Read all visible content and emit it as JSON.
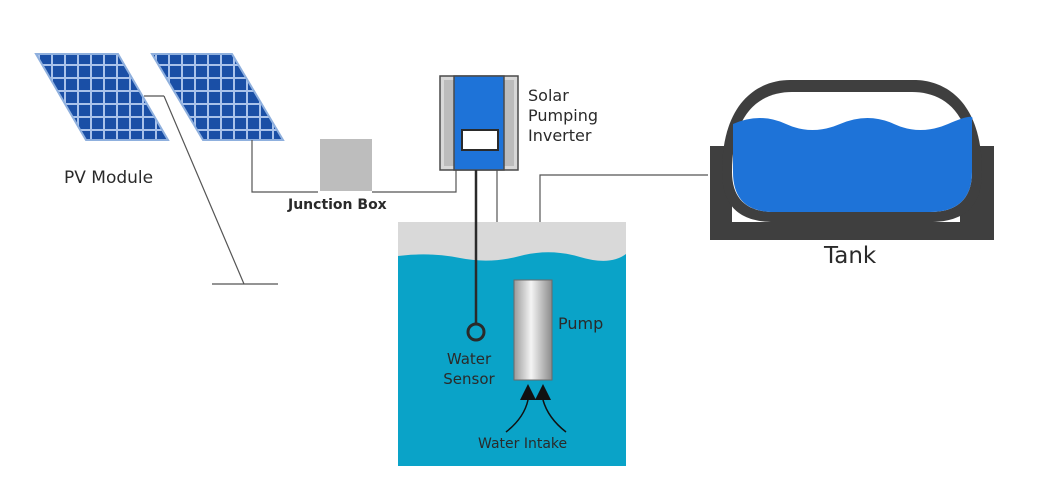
{
  "labels": {
    "pv_module": "PV Module",
    "junction_box": "Junction Box",
    "inverter_line1": "Solar",
    "inverter_line2": "Pumping",
    "inverter_line3": "Inverter",
    "tank": "Tank",
    "pump": "Pump",
    "water_sensor_line1": "Water",
    "water_sensor_line2": "Sensor",
    "water_intake": "Water Intake"
  },
  "colors": {
    "solar_cell": "#1a4fa6",
    "solar_frame": "#8fb0de",
    "inverter_body": "#1e73d8",
    "inverter_frame": "#cfcfcf",
    "well_water": "#0aa3c8",
    "well_top": "#cfcfcf",
    "tank_water": "#1e73d8",
    "tank_frame": "#3f3f3f",
    "junction_box": "#bdbdbd",
    "wire": "#555555"
  },
  "icons": {
    "pv_panel": "solar-panel-icon",
    "inverter": "inverter-icon",
    "pump": "pump-icon",
    "sensor": "water-sensor-icon",
    "tank": "water-tank-icon",
    "intake_arrows": "arrow-up-icon"
  }
}
